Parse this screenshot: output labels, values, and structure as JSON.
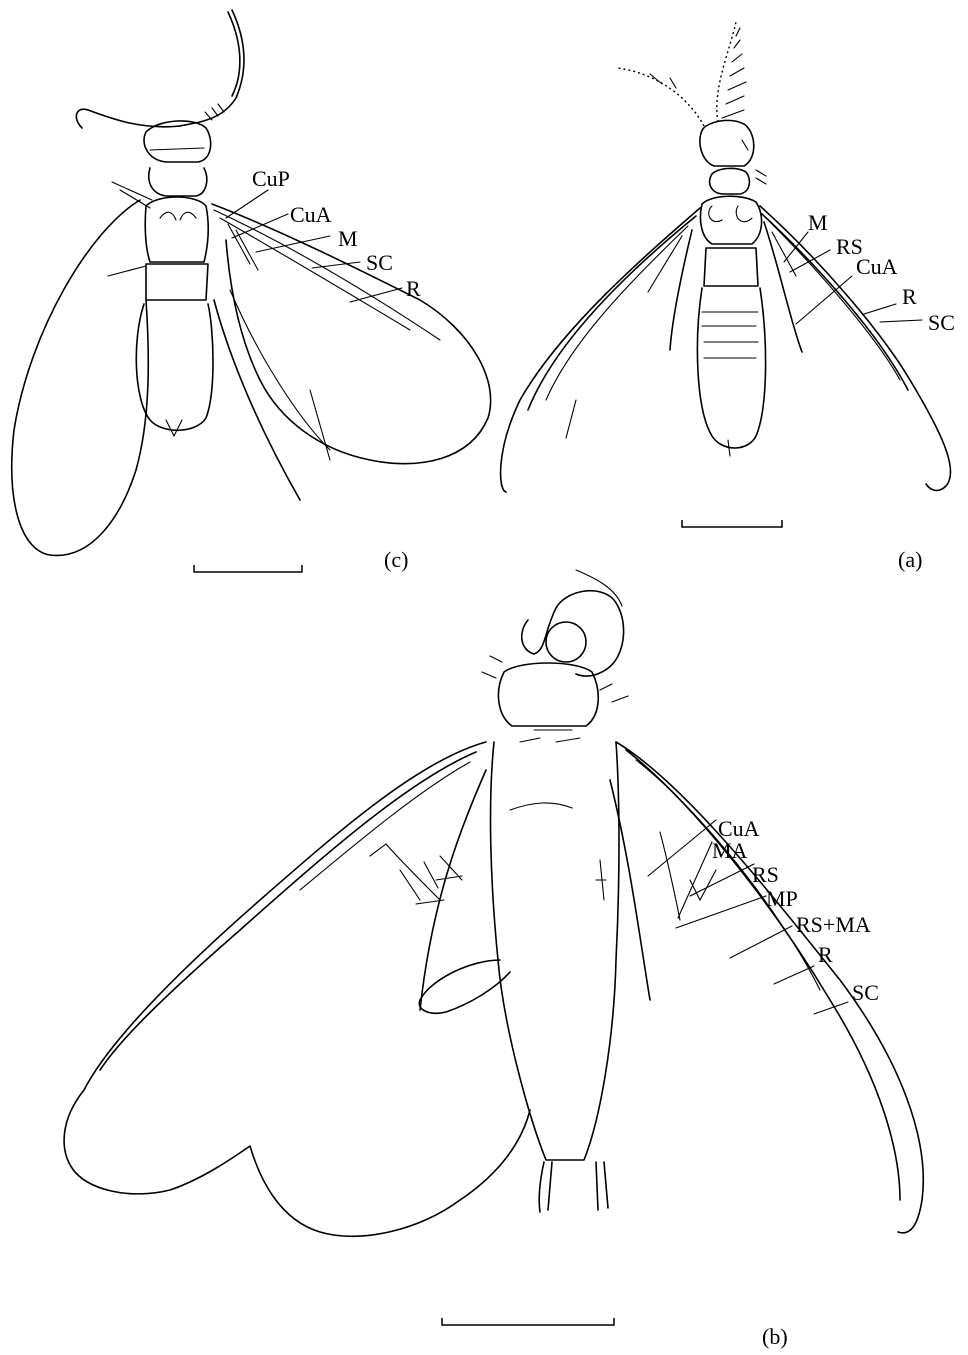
{
  "panels": {
    "c": {
      "tag": "(c)",
      "veins": [
        "CuP",
        "CuA",
        "M",
        "SC",
        "R"
      ]
    },
    "a": {
      "tag": "(a)",
      "veins": [
        "M",
        "RS",
        "CuA",
        "R",
        "SC"
      ]
    },
    "b": {
      "tag": "(b)",
      "veins": [
        "CuA",
        "MA",
        "RS",
        "MP",
        "RS+MA",
        "R",
        "SC"
      ]
    }
  }
}
